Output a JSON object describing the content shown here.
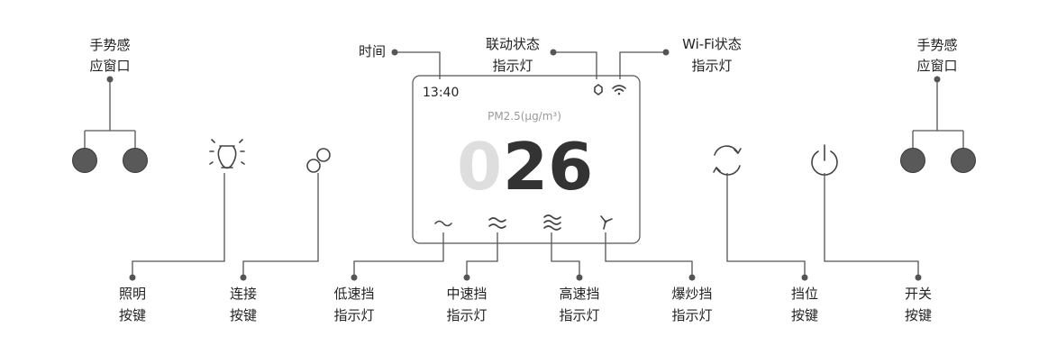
{
  "screen": {
    "time": "13:40",
    "metric": "PM2.5(μg/m³)",
    "value_dim": "0",
    "value_main": "26"
  },
  "labels": {
    "gesture_left": [
      "手势感",
      "应窗口"
    ],
    "gesture_right": [
      "手势感",
      "应窗口"
    ],
    "time": [
      "时间"
    ],
    "link_status": [
      "联动状态",
      "指示灯"
    ],
    "wifi_status": [
      "Wi-Fi状态",
      "指示灯"
    ],
    "light_button": [
      "照明",
      "按键"
    ],
    "connect_button": [
      "连接",
      "按键"
    ],
    "low_speed": [
      "低速挡",
      "指示灯"
    ],
    "mid_speed": [
      "中速挡",
      "指示灯"
    ],
    "high_speed": [
      "高速挡",
      "指示灯"
    ],
    "boost_speed": [
      "爆炒挡",
      "指示灯"
    ],
    "gear_button": [
      "挡位",
      "按键"
    ],
    "power_button": [
      "开关",
      "按键"
    ]
  },
  "icons": [
    "light-bulb-icon",
    "link-icon",
    "cycle-icon",
    "power-icon",
    "wave-single-icon",
    "wave-double-icon",
    "wave-triple-icon",
    "fan-icon",
    "link-status-icon",
    "wifi-icon"
  ],
  "colors": {
    "line": "#555555",
    "knob": "#595959",
    "dim_digit": "#dedede",
    "main_digit": "#333333"
  }
}
